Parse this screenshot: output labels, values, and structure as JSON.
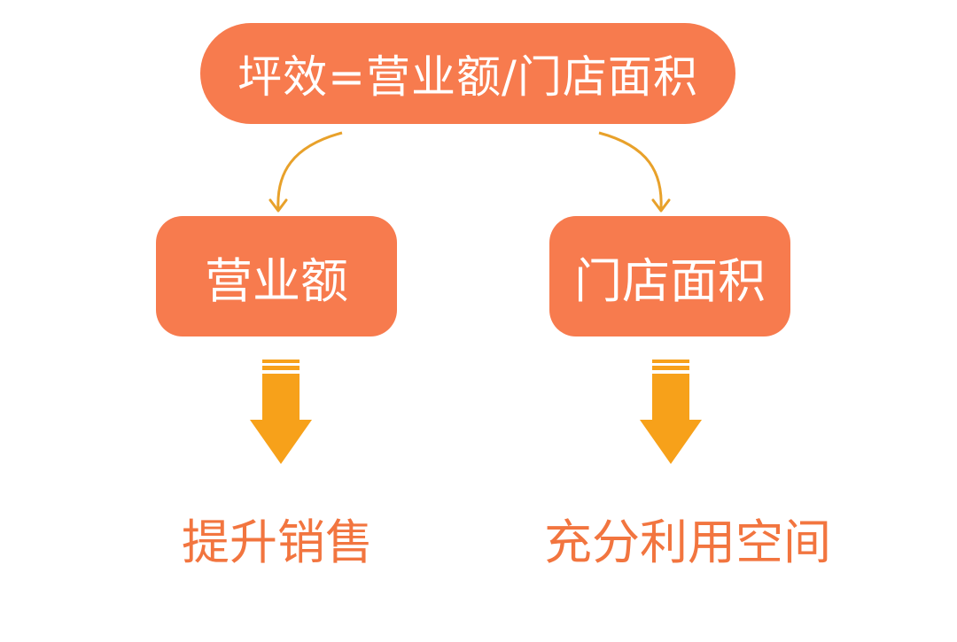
{
  "colors": {
    "node_fill": "#F77B4E",
    "node_text": "#FFFFFF",
    "connector": "#E8A12A",
    "big_arrow": "#F7A11A",
    "outcome_text": "#F2753F",
    "background": "#FFFFFF"
  },
  "formula": {
    "text": "坪效=营业额/门店面积"
  },
  "branches": [
    {
      "factor": "营业额",
      "outcome": "提升销售"
    },
    {
      "factor": "门店面积",
      "outcome": "充分利用空间"
    }
  ]
}
